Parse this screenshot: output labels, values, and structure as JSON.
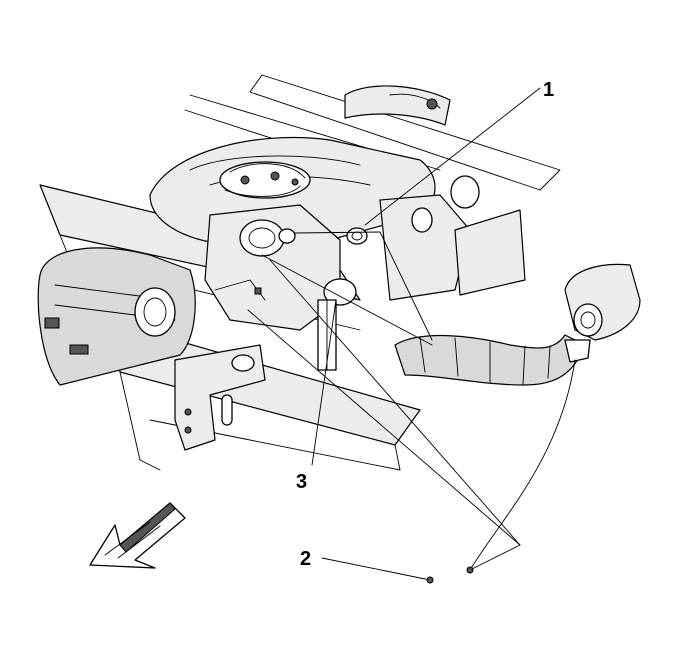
{
  "diagram": {
    "callouts": [
      {
        "id": "1",
        "label": "1"
      },
      {
        "id": "2",
        "label": "2"
      },
      {
        "id": "3",
        "label": "3"
      }
    ],
    "indicators": [
      "front-direction-arrow-icon"
    ],
    "colors": {
      "line": "#000000",
      "shade": "#d9d9d9",
      "background": "#ffffff"
    }
  }
}
